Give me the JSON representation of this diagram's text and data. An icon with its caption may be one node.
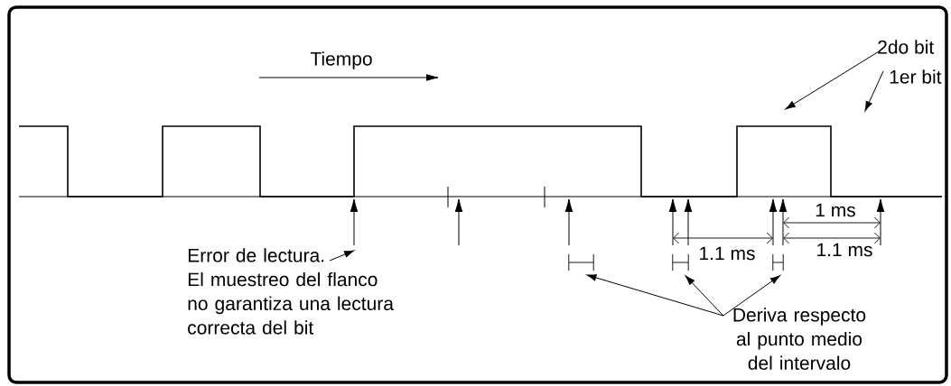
{
  "diagram": {
    "nodes": [
      {
        "text": [
          "2do bit"
        ]
      },
      {
        "text": [
          "1er bit"
        ]
      },
      {
        "text": [
          "Error de lectura.",
          "El muestreo del flanco no garantiza una lectura correcta del bit"
        ]
      },
      {
        "text": [
          "Deriva respecto al punto medio del intervalo"
        ]
      },
      {
        "text": [],
        "shape": "bracket"
      },
      {
        "text": [],
        "shape": "bracket"
      },
      {
        "text": [],
        "shape": "bracket"
      }
    ],
    "edges": [
      {
        "from": 0,
        "to": null,
        "arrow": "to"
      },
      {
        "from": 1,
        "to": null,
        "arrow": "to"
      },
      {
        "from": 2,
        "to": null,
        "arrow": "to"
      },
      {
        "from": 3,
        "to": 4,
        "arrow": "to"
      },
      {
        "from": 3,
        "to": 5,
        "arrow": "to"
      },
      {
        "from": 3,
        "to": 6,
        "arrow": "to"
      }
    ],
    "labels": [
      "Tiempo",
      "1 ms",
      "1.1 ms",
      "1.1 ms"
    ]
  }
}
